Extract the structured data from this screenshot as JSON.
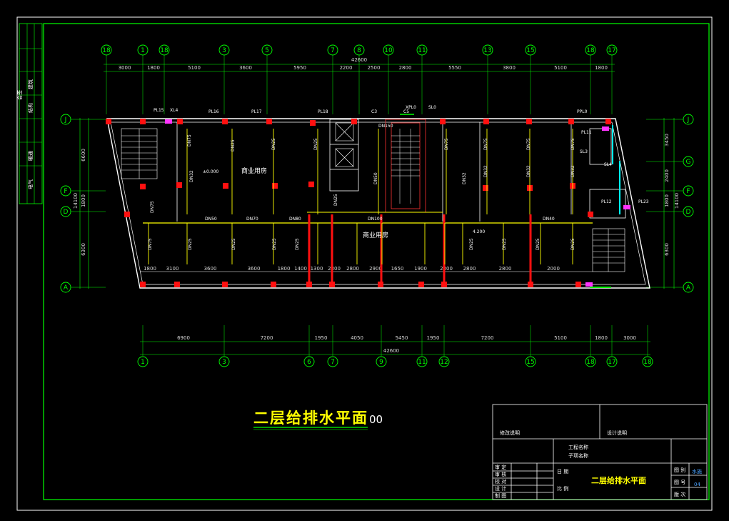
{
  "drawing": {
    "title": "二层给排水平面",
    "title_suffix": "00",
    "room_label": "商业用房",
    "elevation_left": "±0.000",
    "elevation_center": "4.200"
  },
  "top_axes": [
    "18",
    "1",
    "18",
    "3",
    "5",
    "7",
    "8",
    "10",
    "11",
    "13",
    "15",
    "18",
    "17"
  ],
  "bottom_axes": [
    "1",
    "3",
    "6",
    "7",
    "9",
    "11",
    "12",
    "15",
    "18",
    "17",
    "18"
  ],
  "left_axes": [
    "J",
    "F",
    "D",
    "A"
  ],
  "right_axes": [
    "J",
    "G",
    "F",
    "D",
    "A"
  ],
  "top_dims": [
    "3000",
    "1800",
    "5100",
    "3600",
    "5950",
    "2200",
    "2500",
    "2800",
    "5550",
    "3800",
    "5100",
    "1800"
  ],
  "top_total": "42600",
  "bottom_dims": [
    "6900",
    "7200",
    "1950",
    "4050",
    "5450",
    "1950",
    "7200",
    "5100",
    "1800",
    "3000"
  ],
  "bottom_total": "42600",
  "left_dims": [
    "6600",
    "1800",
    "14100",
    "6300"
  ],
  "right_dims": [
    "3450",
    "2400",
    "1800",
    "14100",
    "6300"
  ],
  "inner_dims_bottom": [
    "1800",
    "3100",
    "3600",
    "3600",
    "1800",
    "1400",
    "1300",
    "2800",
    "2800",
    "2900",
    "1650",
    "1900",
    "2800",
    "2800",
    "2800",
    "2000"
  ],
  "pipe_labels_top": [
    "PL15",
    "XL4",
    "PL16",
    "PL17",
    "PL18",
    "C3",
    "C5",
    "XPL0",
    "SL0",
    "PPL0",
    "PL11",
    "SL3",
    "SL4",
    "PL12",
    "PL23"
  ],
  "pipe_sizes": [
    "DN75",
    "DN32",
    "DN50",
    "DN70",
    "DN80",
    "DN100",
    "DN40",
    "DN25",
    "DN150"
  ],
  "title_block": {
    "row1_left": "修改说明",
    "row1_right": "设计说明",
    "project": "工程名称",
    "sub": "子项名称",
    "drawing_name": "二层给排水平面",
    "sheet_label": "水施",
    "sheet_no": "04",
    "left_labels": [
      "审 定",
      "审 核",
      "校 对",
      "设 计",
      "制 图"
    ],
    "mid_labels": [
      "日 期",
      "比 例"
    ],
    "right_labels": [
      "图 别",
      "图 号",
      "版 次"
    ]
  },
  "side_strip": [
    "会签",
    "建筑",
    "结构",
    "暖通",
    "电气"
  ]
}
